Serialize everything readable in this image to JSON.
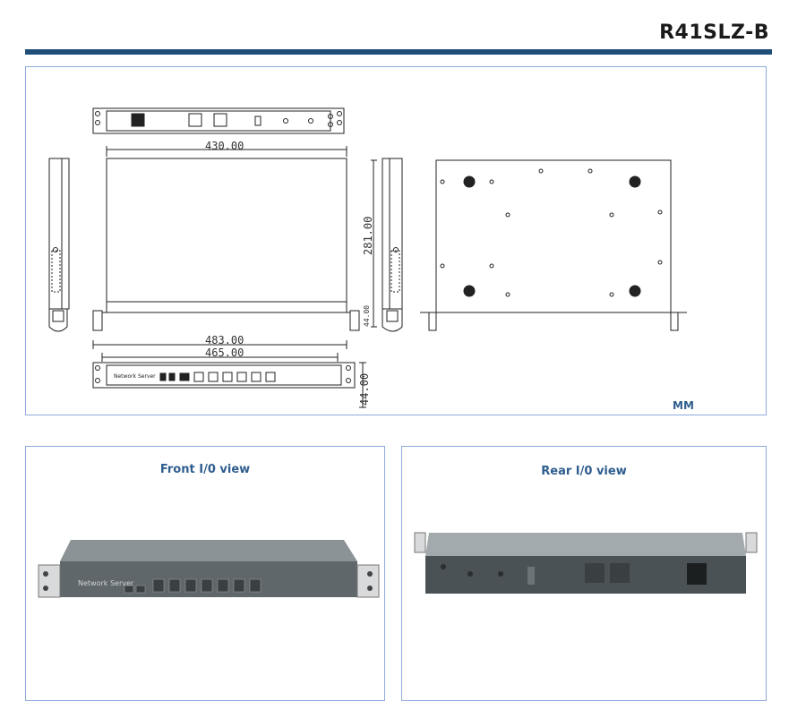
{
  "header": {
    "model": "R41SLZ-B"
  },
  "drawing": {
    "width_top": "430.00",
    "depth": "281.00",
    "width_outer": "483.00",
    "width_inner": "465.00",
    "height_small": "44.00",
    "height_front": "44.00",
    "unit": "MM",
    "front_label": "Network Server"
  },
  "front_view": {
    "title": "Front I/0 view",
    "label": "Network Server"
  },
  "rear_view": {
    "title": "Rear I/0 view"
  },
  "colors": {
    "accent": "#1f4e79",
    "panel_border": "#8faadc",
    "title_blue": "#2e5d8e",
    "device_gray": "#6e7679"
  }
}
